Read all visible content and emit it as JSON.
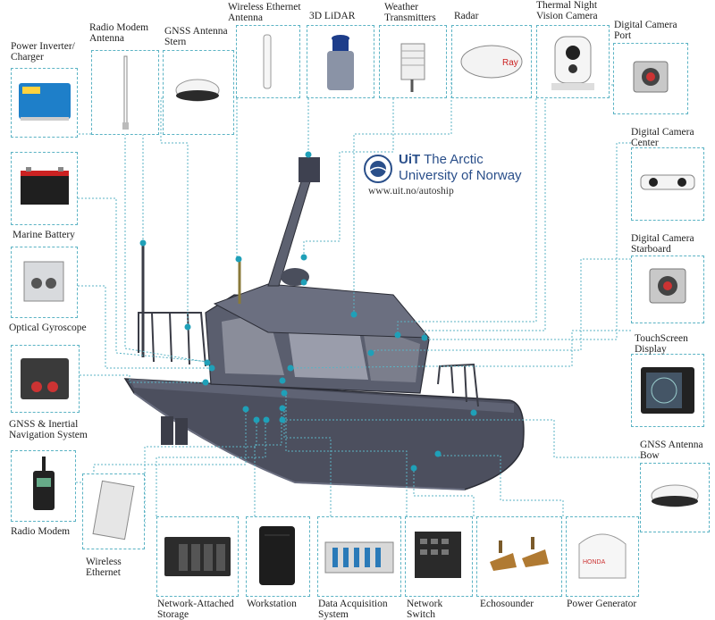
{
  "logo": {
    "brand": "UiT",
    "line1": "The Arctic",
    "line2": "University of Norway",
    "url": "www.uit.no/autoship"
  },
  "components": {
    "power_inverter": [
      "Power Inverter/",
      "Charger"
    ],
    "radio_modem_antenna": [
      "Radio Modem",
      "Antenna"
    ],
    "gnss_antenna_stern": [
      "GNSS Antenna",
      "Stern"
    ],
    "wireless_ethernet_antenna": [
      "Wireless Ethernet",
      "Antenna"
    ],
    "lidar": [
      "3D LiDAR"
    ],
    "weather": [
      "Weather",
      "Transmitters"
    ],
    "radar": [
      "Radar"
    ],
    "thermal_camera": [
      "Thermal Night",
      "Vision Camera"
    ],
    "camera_port": [
      "Digital Camera",
      "Port"
    ],
    "camera_center": [
      "Digital Camera",
      "Center"
    ],
    "camera_starboard": [
      "Digital Camera",
      "Starboard"
    ],
    "touchscreen": [
      "TouchScreen",
      "Display"
    ],
    "gnss_antenna_bow": [
      "GNSS Antenna",
      "Bow"
    ],
    "marine_battery": [
      "Marine Battery"
    ],
    "optical_gyro": [
      "Optical Gyroscope"
    ],
    "gnss_ins": [
      "GNSS & Inertial",
      "Navigation System"
    ],
    "radio_modem": [
      "Radio Modem"
    ],
    "wireless_ethernet": [
      "Wireless",
      "Ethernet"
    ],
    "nas": [
      "Network-Attached",
      "Storage"
    ],
    "workstation": [
      "Workstation"
    ],
    "daq": [
      "Data Acquisition",
      "System"
    ],
    "network_switch": [
      "Network",
      "Switch"
    ],
    "echosounder": [
      "Echosounder"
    ],
    "power_generator": [
      "Power Generator"
    ]
  },
  "colors": {
    "wire": "#5bb3c4",
    "node": "#1fa0b8",
    "hull": "#4c4f5e",
    "logo": "#2a4f8a"
  }
}
